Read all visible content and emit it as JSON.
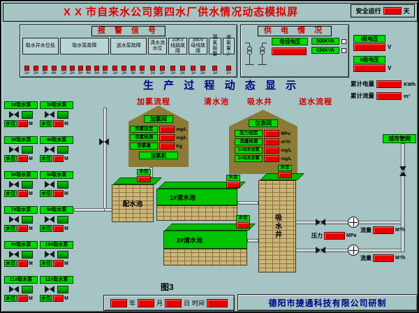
{
  "header": {
    "title": "X X 市自来水公司第四水厂供水情况动态模拟屏",
    "safety_label": "安全运行",
    "safety_unit": "天"
  },
  "alarm": {
    "title": "报 警 信 号",
    "groups": [
      {
        "label": "取水井水位低",
        "points": [
          "1#",
          "2#",
          "3#",
          "4#"
        ]
      },
      {
        "label": "取水泵故障",
        "points": [
          "1#",
          "2#",
          "3#",
          "4#",
          "5#",
          "6#"
        ]
      },
      {
        "label": "送水泵故障",
        "points": [
          "1#",
          "2#",
          "3#",
          "4#"
        ]
      },
      {
        "label": "清水池水位",
        "points": [
          "1#",
          "2#"
        ]
      },
      {
        "label": "10KV线路故障",
        "points": [
          "1#",
          "2#"
        ]
      },
      {
        "label": "380V母线故障",
        "points": [
          "1#",
          "2#"
        ]
      },
      {
        "label": "漏氯报警",
        "points": [
          "1#"
        ]
      },
      {
        "label": "液氯量少",
        "points": [
          "1#"
        ]
      }
    ]
  },
  "power": {
    "title": "供 电 情 况",
    "bus_label": "母线电压",
    "tx1": "500KVA",
    "tx2": "630KVA",
    "meter1_label": "I段电压",
    "meter1_unit": "V",
    "meter2_label": "II段电压",
    "meter2_unit": "V"
  },
  "totals": {
    "energy_label": "累计电量",
    "energy_unit": "KWh",
    "flow_label": "累计流量",
    "flow_unit": "m³"
  },
  "process": {
    "title": "生 产 过 程 动 态 显 示",
    "sec1": "加氯流程",
    "sec2": "清水池",
    "sec3": "吸水井",
    "sec4": "送水流程"
  },
  "pumps": {
    "level_label": "水位",
    "level_unit": "M",
    "col1": [
      "1#取水泵",
      "3#取水泵",
      "5#取水泵",
      "7#取水泵",
      "9#取水泵",
      "11#取水泵"
    ],
    "col2": [
      "2#取水泵",
      "4#取水泵",
      "6#取水泵",
      "8#取水泵",
      "10#取水泵",
      "12#取水泵"
    ]
  },
  "chlorine_room": {
    "label": "加氯间",
    "row1_label": "余氯设定",
    "row1_unit": "mg/L",
    "row2_label": "余氯检测",
    "row2_unit": "mg/L",
    "row3_label": "投氯量",
    "row3_unit": "Kg",
    "footer": "加氯机"
  },
  "meter_room": {
    "label": "仪表间",
    "row1_label": "压力设定",
    "row1_unit": "MPa",
    "row2_label": "流量检测",
    "row2_unit": "m³/h",
    "row3_label": "1#出水余氯",
    "row3_unit": "mg/L",
    "row4_label": "2#出水余氯",
    "row4_unit": "mg/L"
  },
  "tanks": {
    "t1": "配水池",
    "t2": "1#清水池",
    "t3": "2#清水池",
    "t4": "吸水井",
    "level_label": "水位"
  },
  "outlet": {
    "network": "城市管网",
    "pressure_label": "压力",
    "pressure_unit": "MPa",
    "flow_label": "流量",
    "flow_unit": "M³/h"
  },
  "footer": {
    "figure": "图3",
    "year": "年",
    "month": "月",
    "day": "日",
    "time": "时间",
    "credit": "德阳市捷通科技有限公司研制"
  }
}
